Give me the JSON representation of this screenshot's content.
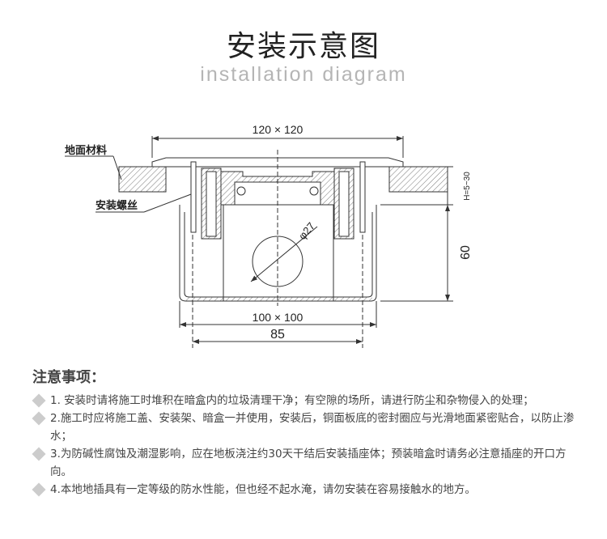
{
  "header": {
    "title": "安装示意图",
    "subtitle": "installation diagram"
  },
  "diagram": {
    "labels": {
      "floor_material": "地面材料",
      "install_screw": "安装螺丝"
    },
    "dimensions": {
      "cover_size": "120 × 120",
      "box_size": "100 × 100",
      "screw_spacing": "85",
      "hole_diameter": "φ27",
      "depth": "60",
      "height_range": "H=5~30"
    }
  },
  "notes": {
    "title": "注意事项：",
    "items": [
      "1. 安装时请将施工时堆积在暗盒内的垃圾清理干净；有空隙的场所，请进行防尘和杂物侵入的处理；",
      "2.施工时应将施工盖、安装架、暗盒一并使用，安装后，铜面板底的密封圈应与光滑地面紧密贴合，以防止渗水；",
      "3.为防碱性腐蚀及潮湿影响，应在地板浇注约30天干结后安装插座体；预装暗盒时请务必注意插座的开口方向。",
      "4.本地地插具有一定等级的防水性能，但也经不起水淹，请勿安装在容易接触水的地方。"
    ]
  }
}
